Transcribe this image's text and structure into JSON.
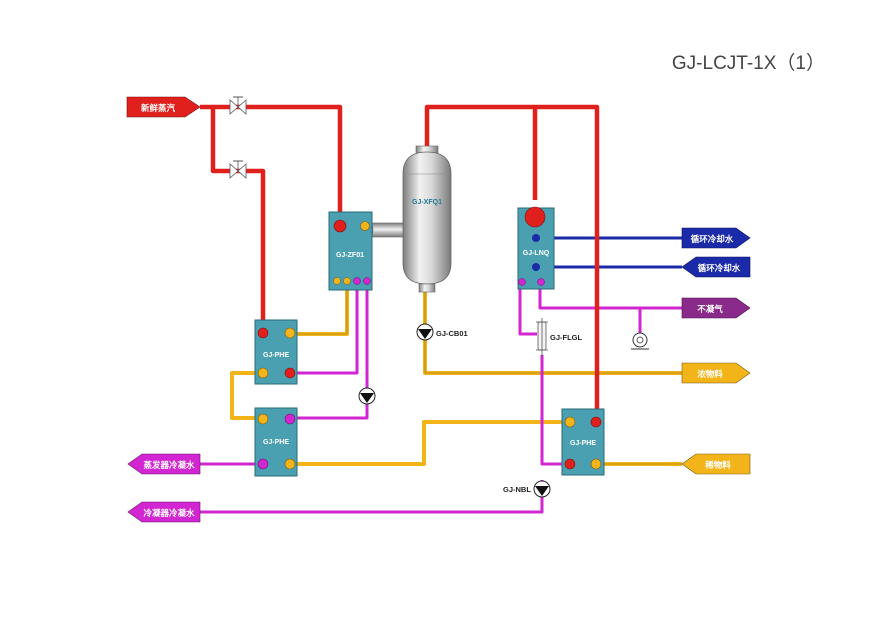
{
  "title": "GJ-LCJT-1X（1）",
  "colors": {
    "steam": "#e0201c",
    "condensate": "#d126d1",
    "product": "#f2b418",
    "cooling_water": "#1a2aa8",
    "noncondensable": "#8a2a8a",
    "equipment": "#4aa0b0"
  },
  "streams": {
    "fresh_steam": "新鲜蒸汽",
    "cooling_water_1": "循环冷却水",
    "cooling_water_2": "循环冷却水",
    "noncondensable_gas": "不凝气",
    "concentrate": "浓物料",
    "dilute_feed": "稀物料",
    "evaporator_condensate": "蒸发器冷凝水",
    "condenser_condensate": "冷凝器冷凝水"
  },
  "equipment": {
    "separator": "GJ-XFQ1",
    "evaporator": "GJ-ZF01",
    "condenser": "GJ-LNQ",
    "phe_1": "GJ-PHE",
    "phe_2": "GJ-PHE",
    "phe_3": "GJ-PHE",
    "pump_cb": "GJ-CB01",
    "flow_glass": "GJ-FLGL",
    "pump_nbl": "GJ-NBL"
  },
  "icons": {
    "valve": "valve-icon",
    "pump": "pump-icon",
    "vacuum_pump": "vacuum-pump-icon",
    "sight_glass": "sight-glass-icon"
  }
}
